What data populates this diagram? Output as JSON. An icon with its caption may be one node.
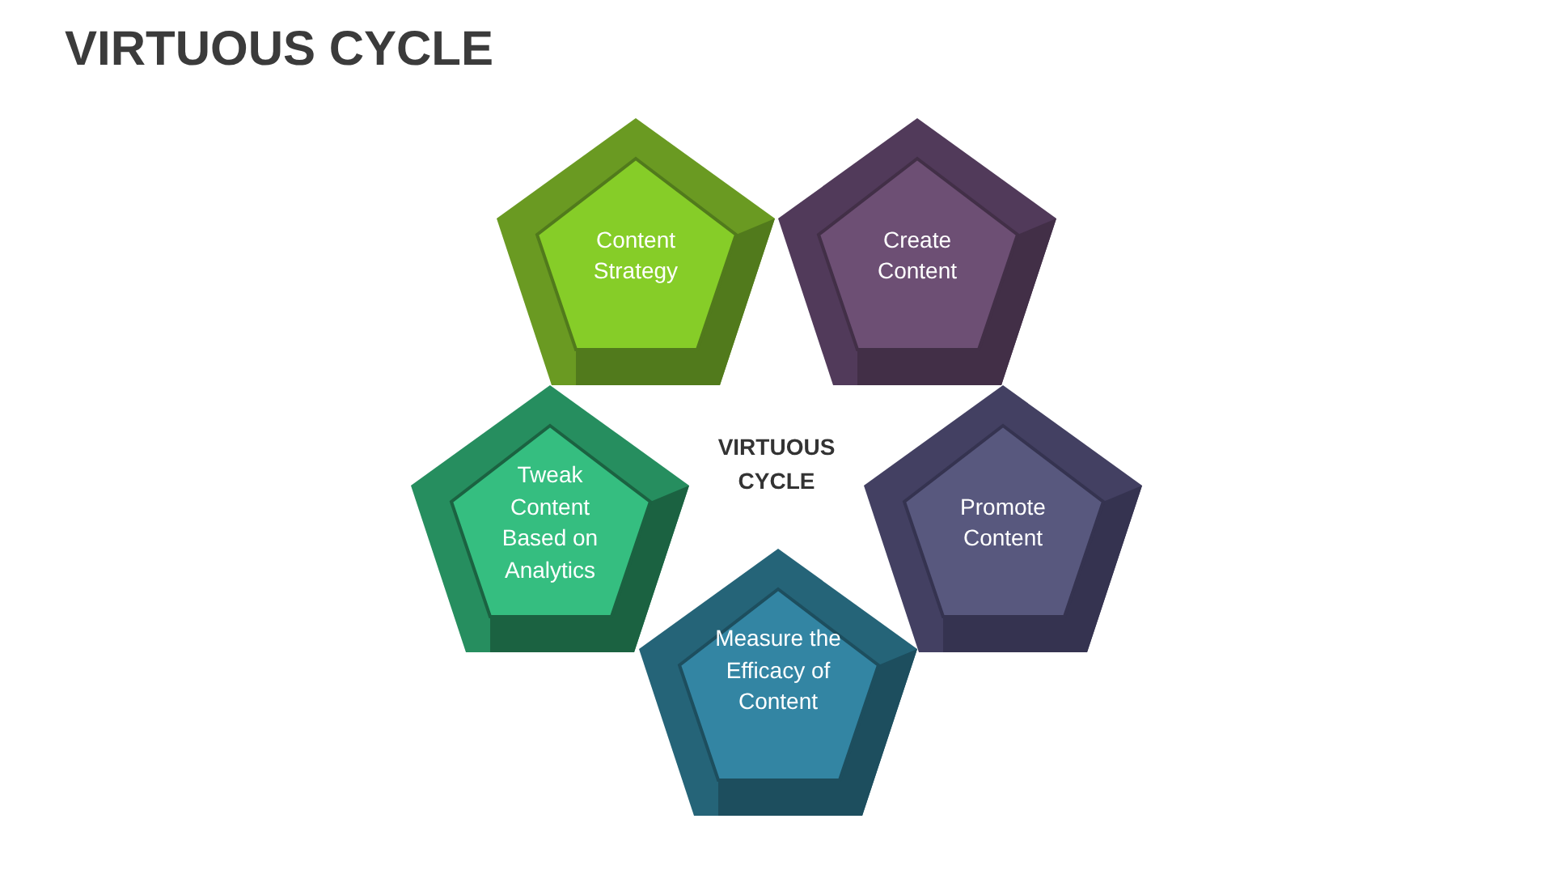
{
  "diagram": {
    "title": "VIRTUOUS CYCLE",
    "nodes": [
      {
        "text": [
          "Content Strategy"
        ]
      },
      {
        "text": [
          "Create Content"
        ]
      },
      {
        "text": [
          "Tweak Content Based on Analytics"
        ]
      },
      {
        "text": [
          "Promote Content"
        ]
      },
      {
        "text": [
          "Measure the Efficacy of Content"
        ]
      }
    ],
    "labels": [
      "VIRTUOUS CYCLE"
    ]
  }
}
